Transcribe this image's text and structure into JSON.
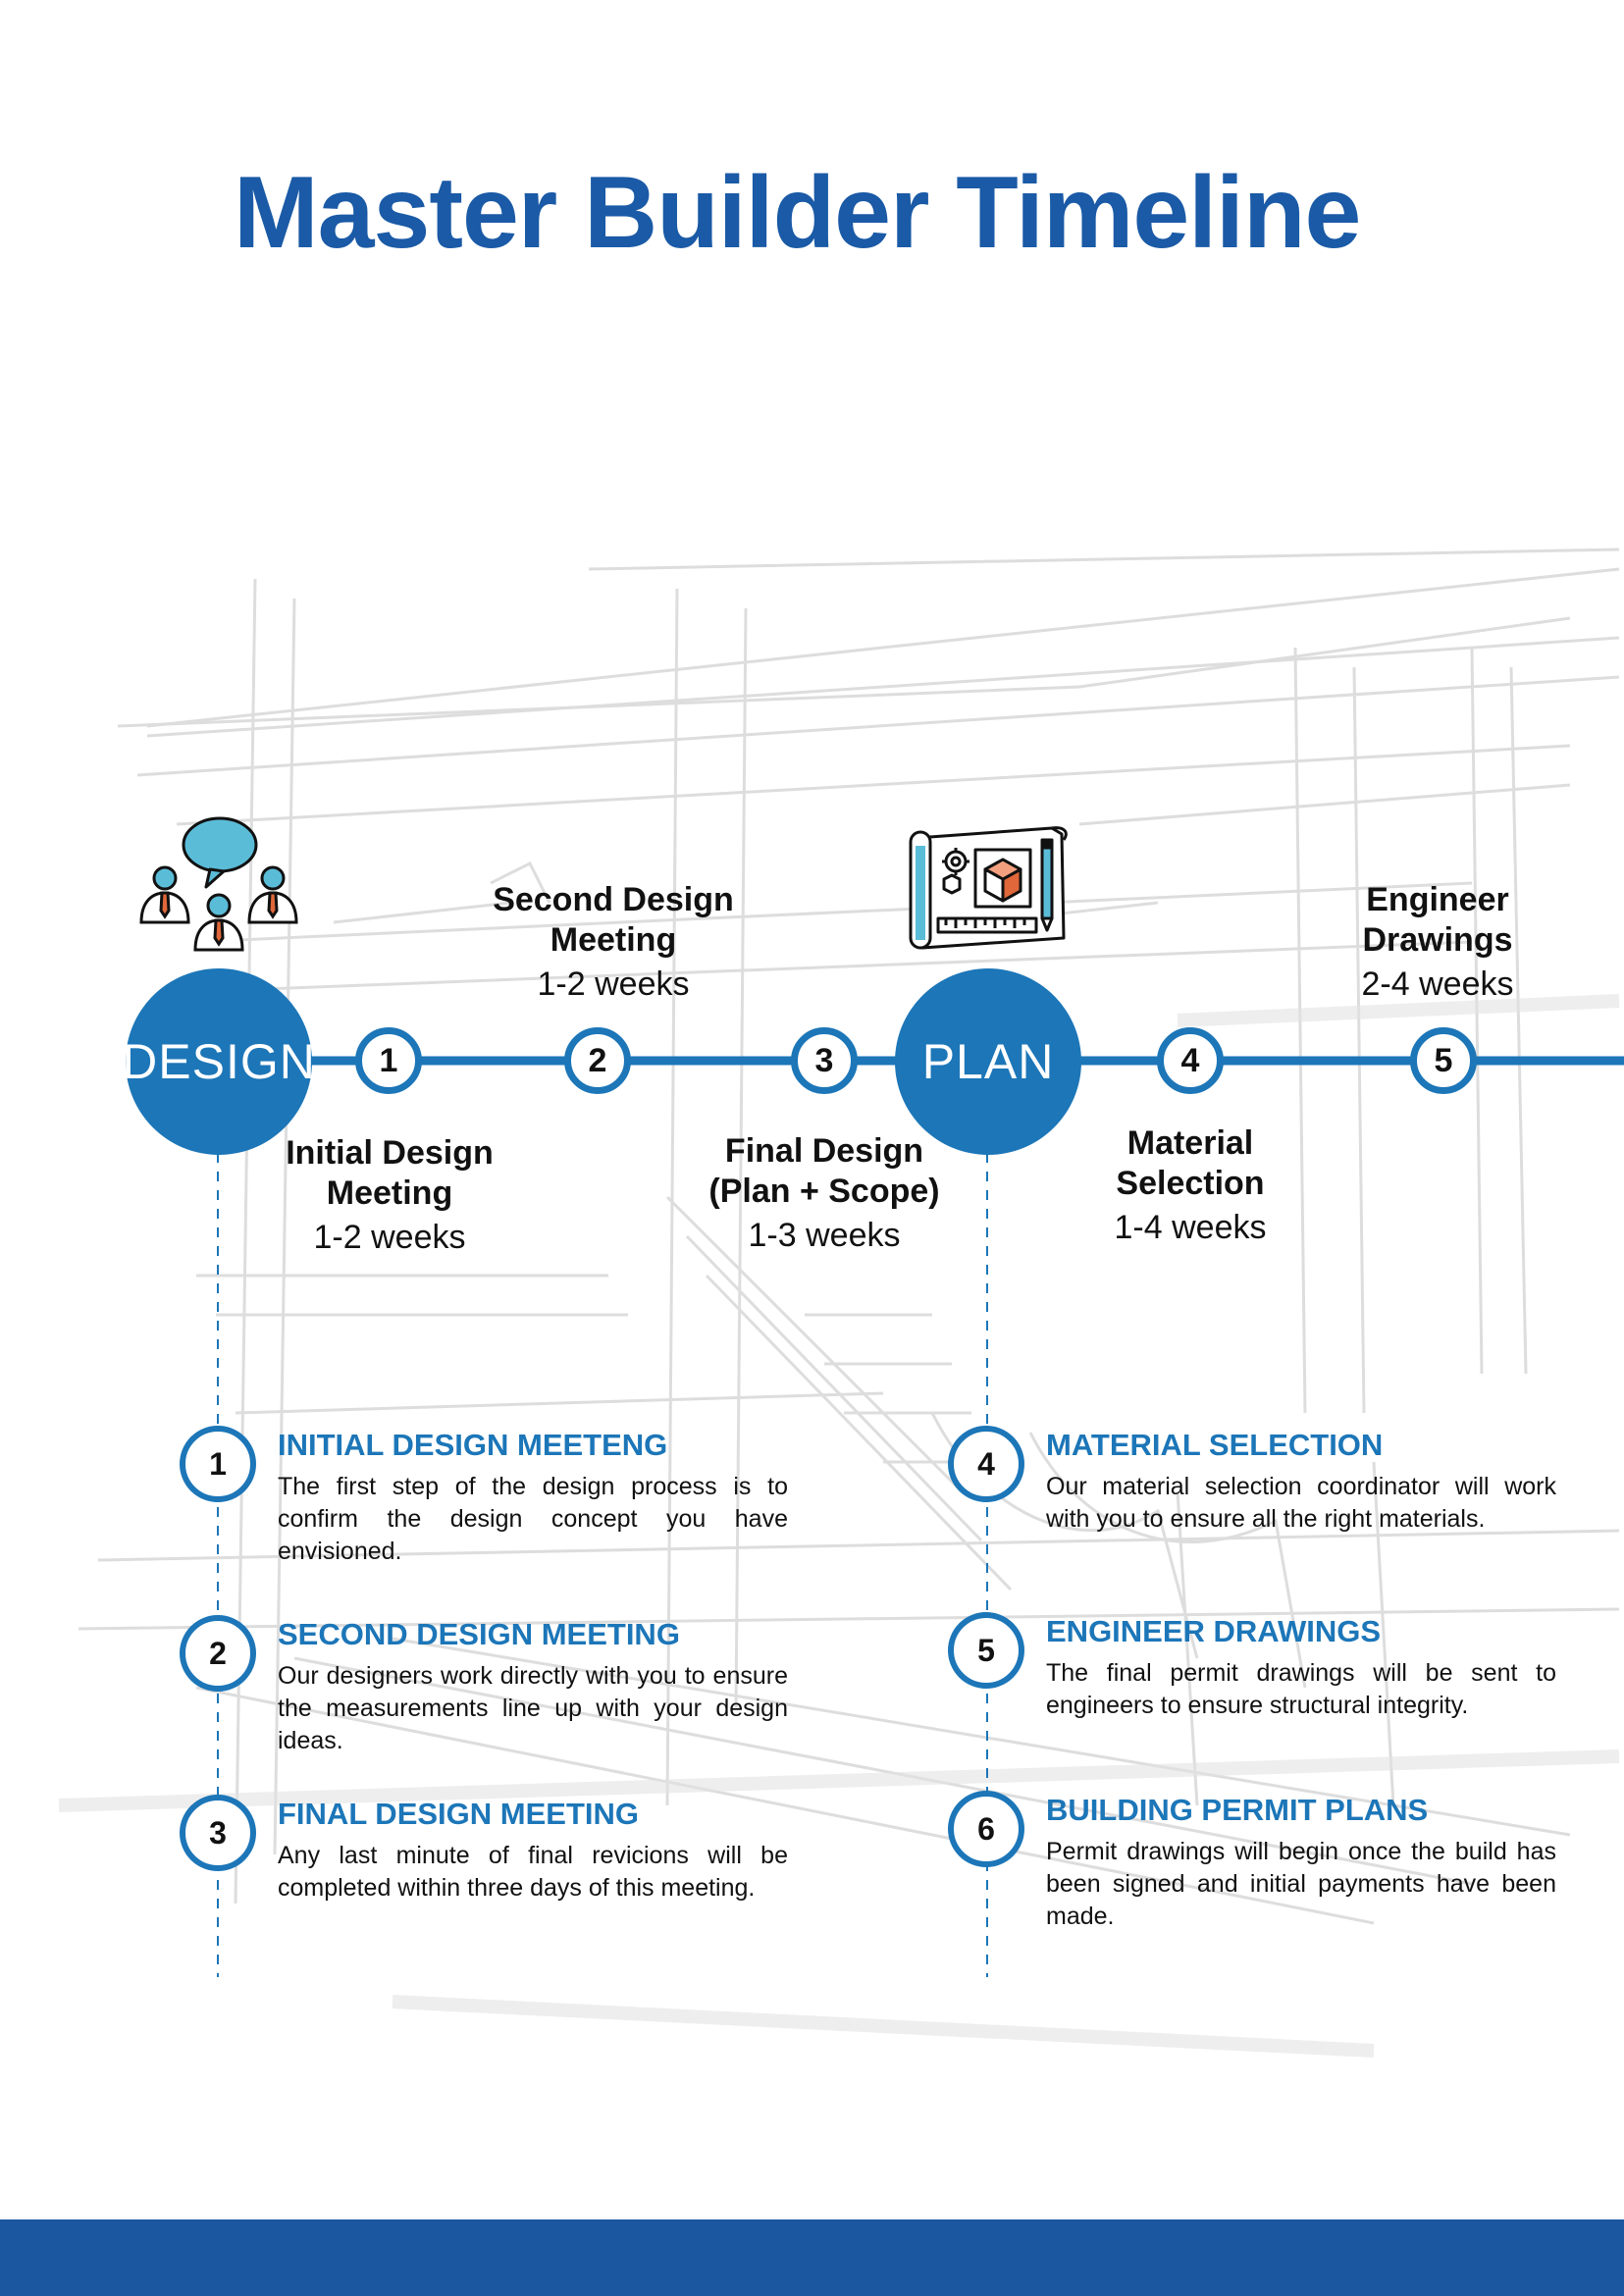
{
  "page": {
    "title": "Master Builder Timeline"
  },
  "colors": {
    "title": "#1a5aa6",
    "accent": "#1c76b8",
    "footer": "#1b56a0",
    "icon_person": "#5bbcd8",
    "icon_tie": "#e0673a"
  },
  "timeline": {
    "phases": [
      {
        "label": "DESIGN",
        "icon": "meeting-people-icon"
      },
      {
        "label": "PLAN",
        "icon": "blueprint-icon"
      }
    ],
    "steps": [
      {
        "number": "1",
        "name": "Initial Design Meeting",
        "name_lines": [
          "Initial Design",
          "Meeting"
        ],
        "duration": "1-2 weeks"
      },
      {
        "number": "2",
        "name": "Second Design Meeting",
        "name_lines": [
          "Second Design",
          "Meeting"
        ],
        "duration": "1-2 weeks"
      },
      {
        "number": "3",
        "name": "Final Design (Plan + Scope)",
        "name_lines": [
          "Final Design",
          "(Plan + Scope)"
        ],
        "duration": "1-3 weeks"
      },
      {
        "number": "4",
        "name": "Material Selection",
        "name_lines": [
          "Material",
          "Selection"
        ],
        "duration": "1-4 weeks"
      },
      {
        "number": "5",
        "name": "Engineer Drawings",
        "name_lines": [
          "Engineer",
          "Drawings"
        ],
        "duration": "2-4 weeks"
      }
    ]
  },
  "details": [
    {
      "number": "1",
      "heading": "INITIAL DESIGN MEETENG",
      "text": "The first step of the design process is to confirm the design concept you have envisioned."
    },
    {
      "number": "2",
      "heading": "SECOND DESIGN MEETING",
      "text": "Our designers work directly with you to ensure the measurements line up with your design ideas."
    },
    {
      "number": "3",
      "heading": "FINAL DESIGN MEETING",
      "text": "Any last minute of final revicions will be completed within three days of this meeting."
    },
    {
      "number": "4",
      "heading": "MATERIAL SELECTION",
      "text": "Our material selection coordinator will work with you to ensure all the right materials."
    },
    {
      "number": "5",
      "heading": "ENGINEER DRAWINGS",
      "text": "The final permit drawings will be sent to engineers to ensure structural integrity."
    },
    {
      "number": "6",
      "heading": "BUILDING PERMIT PLANS",
      "text": "Permit drawings will begin once the build has been signed and initial payments have been made."
    }
  ]
}
